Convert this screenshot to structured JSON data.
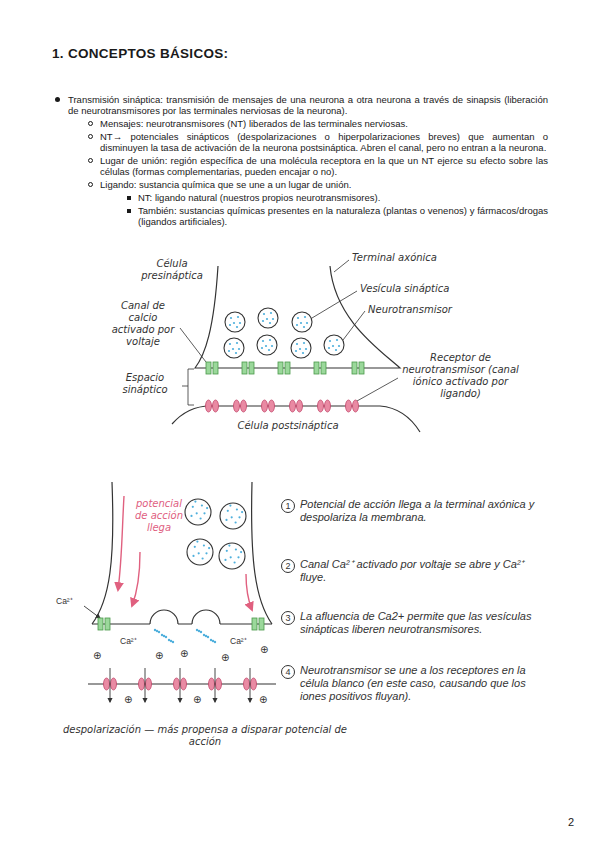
{
  "diagram": {
    "title": "1. CONCEPTOS BÁSICOS:",
    "labels": [
      "Transmisión sináptica: transmisión de mensajes de una neurona a otra neurona a través de sinapsis (liberación de neurotransmisores por las terminales nerviosas de la neurona).",
      "Mensajes: neurotransmisores (NT) liberados de las terminales nerviosas.",
      "NT→ potenciales sinápticos (despolarizaciones o hiperpolarizaciones breves) que aumentan o disminuyen la tasa de activación de la neurona postsináptica. Abren el canal, pero no entran a la neurona.",
      "Lugar de unión: región específica de una molécula receptora en la que un NT ejerce su efecto sobre las células (formas complementarias, pueden encajar o no).",
      "Ligando: sustancia química que se une a un lugar de unión.",
      "NT: ligando natural (nuestros propios neurotransmisores).",
      "También: sustancias químicas presentes en la naturaleza (plantas o venenos) y fármacos/drogas (ligandos artificiales).",
      "Célula presináptica",
      "Terminal axónica",
      "Vesícula sináptica",
      "Neurotransmisor",
      "Canal de calcio activado por voltaje",
      "Espacio sináptico",
      "Receptor de neurotransmisor (canal iónico activado por ligando)",
      "Célula postsináptica",
      "potencial de acción llega",
      "1",
      "Potencial de acción llega a la terminal axónica y despolariza la membrana.",
      "2",
      "Canal Ca²⁺ activado por voltaje se abre y Ca²⁺ fluye.",
      "3",
      "La afluencia de Ca2+ permite que las vesículas sinápticas liberen neurotransmisores.",
      "4",
      "Neurotransmisor se une a los receptores en la célula blanco (en este caso, causando que los iones positivos fluyan).",
      "Ca²⁺",
      "Ca²⁺",
      "Ca²⁺",
      "⊕",
      "⊕",
      "⊕",
      "⊕",
      "⊕",
      "⊕",
      "⊕",
      "⊕",
      "despolarización — más propensa a disparar potencial de acción",
      "2"
    ]
  }
}
